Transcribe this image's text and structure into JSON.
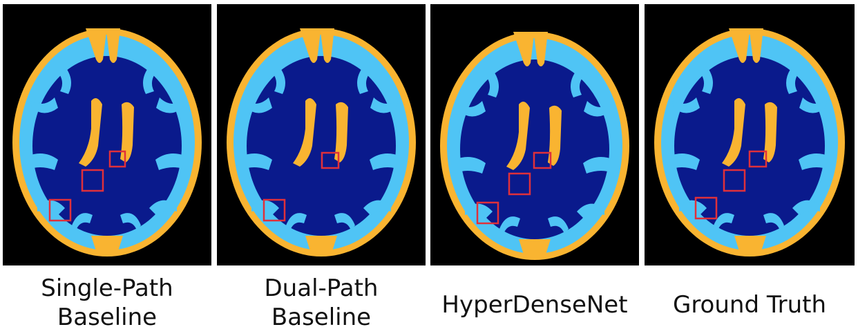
{
  "figure": {
    "panels": [
      {
        "id": "single-path",
        "caption_lines": [
          "Single-Path",
          "Baseline"
        ]
      },
      {
        "id": "dual-path",
        "caption_lines": [
          "Dual-Path",
          "Baseline"
        ]
      },
      {
        "id": "hyperdense",
        "caption_lines": [
          "HyperDenseNet"
        ]
      },
      {
        "id": "ground-truth",
        "caption_lines": [
          "Ground Truth"
        ]
      }
    ],
    "colors": {
      "background": "#000000",
      "csf": "#f9b431",
      "gray_matter": "#4fc4f5",
      "white_matter": "#0a1a8c",
      "highlight_box": "#e0303a"
    }
  }
}
